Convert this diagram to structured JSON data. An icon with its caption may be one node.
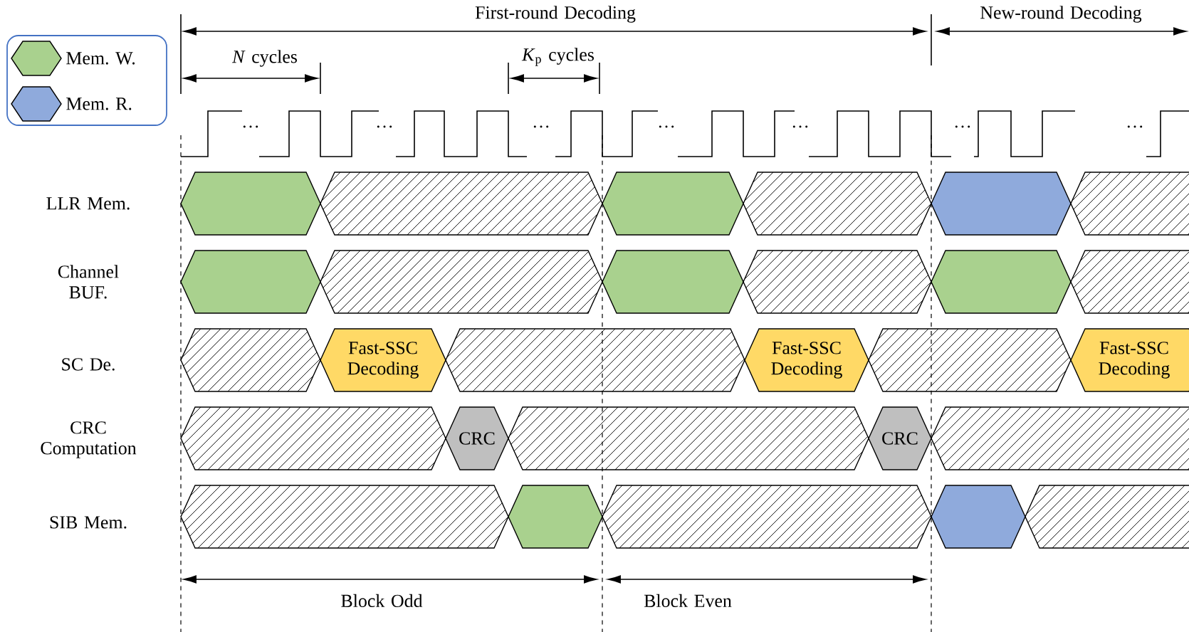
{
  "diagram": {
    "nodes": [
      {
        "text": [],
        "shape": "hexagon"
      },
      {
        "text": [],
        "shape": "hexagon"
      },
      {
        "text": [],
        "shape": "hexagon"
      },
      {
        "text": [],
        "shape": "hexagon"
      },
      {
        "text": [],
        "shape": "hexagon"
      },
      {
        "text": [],
        "shape": "hexagon"
      },
      {
        "text": [],
        "shape": "hexagon"
      },
      {
        "text": [],
        "shape": "hexagon"
      },
      {
        "text": [],
        "shape": "hexagon"
      },
      {
        "text": [],
        "shape": "hexagon"
      },
      {
        "text": [],
        "shape": "hexagon"
      },
      {
        "text": [],
        "shape": "hexagon"
      },
      {
        "text": [],
        "shape": "hexagon"
      },
      {
        "text": [
          "Fast-SSC Decoding"
        ]
      },
      {
        "text": [],
        "shape": "hexagon"
      },
      {
        "text": [
          "Fast-SSC Decoding"
        ]
      },
      {
        "text": [],
        "shape": "hexagon"
      },
      {
        "text": [
          "Fast-SSC Decoding"
        ]
      },
      {
        "text": [],
        "shape": "hexagon"
      },
      {
        "text": [
          "CRC"
        ]
      },
      {
        "text": [],
        "shape": "hexagon"
      },
      {
        "text": [
          "CRC"
        ]
      },
      {
        "text": [],
        "shape": "hexagon"
      },
      {
        "text": [],
        "shape": "hexagon"
      },
      {
        "text": [],
        "shape": "hexagon"
      },
      {
        "text": [],
        "shape": "hexagon"
      },
      {
        "text": [],
        "shape": "hexagon"
      },
      {
        "text": [],
        "shape": "hexagon"
      }
    ],
    "labels": [
      "First-round Decoding",
      "New-round Decoding",
      "*N* cycles",
      "*K*$_{p}$ cycles",
      "…",
      "…",
      "…",
      "…",
      "…",
      "…",
      "…",
      "LLR Mem.",
      "Channel BUF.",
      "SC De.",
      "CRC Computation",
      "SIB Mem.",
      "Block Odd",
      "Block Even"
    ],
    "legend": [
      {
        "text": "Mem. W.",
        "color": "#a9d18e"
      },
      {
        "text": "Mem. R.",
        "color": "#8faadc"
      }
    ]
  }
}
